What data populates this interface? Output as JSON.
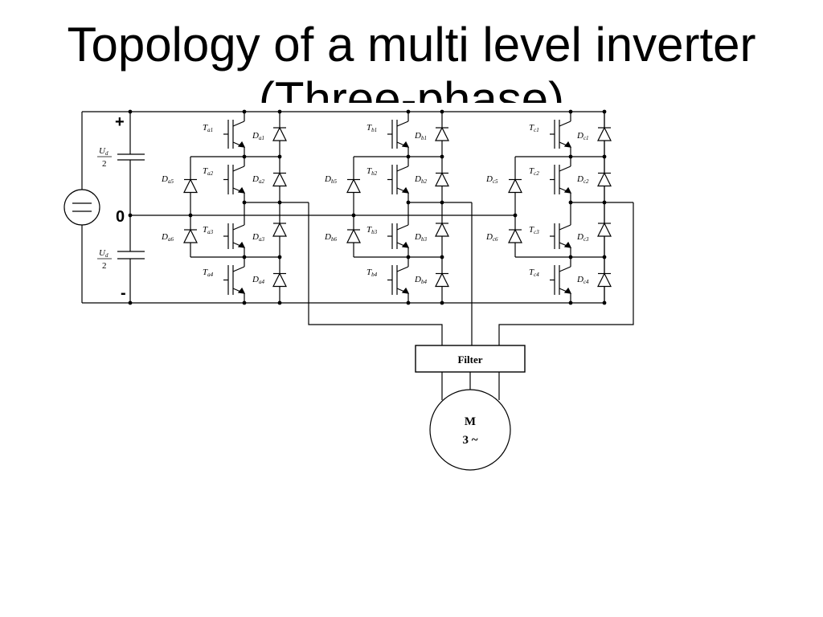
{
  "slide": {
    "title_line1": "Topology of a multi level inverter",
    "title_line2": "(Three-phase)"
  },
  "diagram": {
    "source": {
      "positive": "+",
      "neutral": "0",
      "negative": "-"
    },
    "capacitors": [
      {
        "numerator": "U",
        "numerator_sub": "d",
        "denominator": "2"
      },
      {
        "numerator": "U",
        "numerator_sub": "d",
        "denominator": "2"
      }
    ],
    "phases": [
      {
        "id": "a",
        "transistors": [
          {
            "base": "T",
            "sub": "a1"
          },
          {
            "base": "T",
            "sub": "a2"
          },
          {
            "base": "T",
            "sub": "a3"
          },
          {
            "base": "T",
            "sub": "a4"
          }
        ],
        "diodes": [
          {
            "base": "D",
            "sub": "a1"
          },
          {
            "base": "D",
            "sub": "a2"
          },
          {
            "base": "D",
            "sub": "a3"
          },
          {
            "base": "D",
            "sub": "a4"
          }
        ],
        "clamp_diodes": [
          {
            "base": "D",
            "sub": "a5"
          },
          {
            "base": "D",
            "sub": "a6"
          }
        ]
      },
      {
        "id": "b",
        "transistors": [
          {
            "base": "T",
            "sub": "b1"
          },
          {
            "base": "T",
            "sub": "b2"
          },
          {
            "base": "T",
            "sub": "b3"
          },
          {
            "base": "T",
            "sub": "b4"
          }
        ],
        "diodes": [
          {
            "base": "D",
            "sub": "b1"
          },
          {
            "base": "D",
            "sub": "b2"
          },
          {
            "base": "D",
            "sub": "b3"
          },
          {
            "base": "D",
            "sub": "b4"
          }
        ],
        "clamp_diodes": [
          {
            "base": "D",
            "sub": "b5"
          },
          {
            "base": "D",
            "sub": "b6"
          }
        ]
      },
      {
        "id": "c",
        "transistors": [
          {
            "base": "T",
            "sub": "c1"
          },
          {
            "base": "T",
            "sub": "c2"
          },
          {
            "base": "T",
            "sub": "c3"
          },
          {
            "base": "T",
            "sub": "c4"
          }
        ],
        "diodes": [
          {
            "base": "D",
            "sub": "c1"
          },
          {
            "base": "D",
            "sub": "c2"
          },
          {
            "base": "D",
            "sub": "c3"
          },
          {
            "base": "D",
            "sub": "c4"
          }
        ],
        "clamp_diodes": [
          {
            "base": "D",
            "sub": "c5"
          },
          {
            "base": "D",
            "sub": "c6"
          }
        ]
      }
    ],
    "filter_label": "Filter",
    "motor": {
      "line1": "M",
      "line2": "3 ~"
    }
  }
}
